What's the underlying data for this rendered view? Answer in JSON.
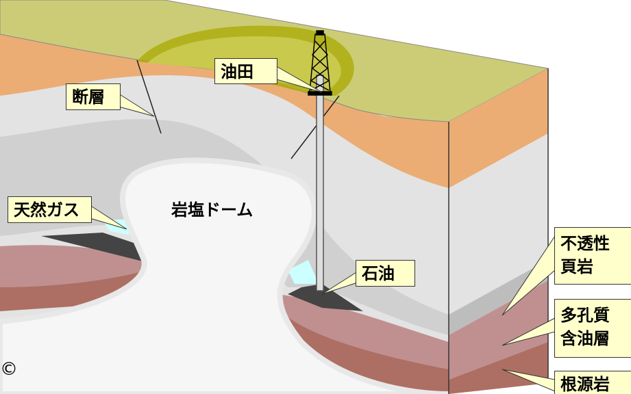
{
  "labels": {
    "oil_field": "油田",
    "fault": "断層",
    "natural_gas": "天然ガス",
    "salt_dome": "岩塩ドーム",
    "oil": "石油",
    "impermeable_shale_1": "不透性",
    "impermeable_shale_2": "頁岩",
    "porous_oil_layer_1": "多孔質",
    "porous_oil_layer_2": "含油層",
    "source_rock": "根源岩"
  },
  "copyright": "©",
  "colors": {
    "surface": "#cccc77",
    "orange_layer": "#ebad74",
    "light_gray": "#e3e3e3",
    "gray": "#bdbdbd",
    "pink": "#c09090",
    "brown": "#ad6f63",
    "salt": "#f6f6f6",
    "gas": "#ccffff",
    "oil": "#444444",
    "callout": "#ffffcc"
  }
}
